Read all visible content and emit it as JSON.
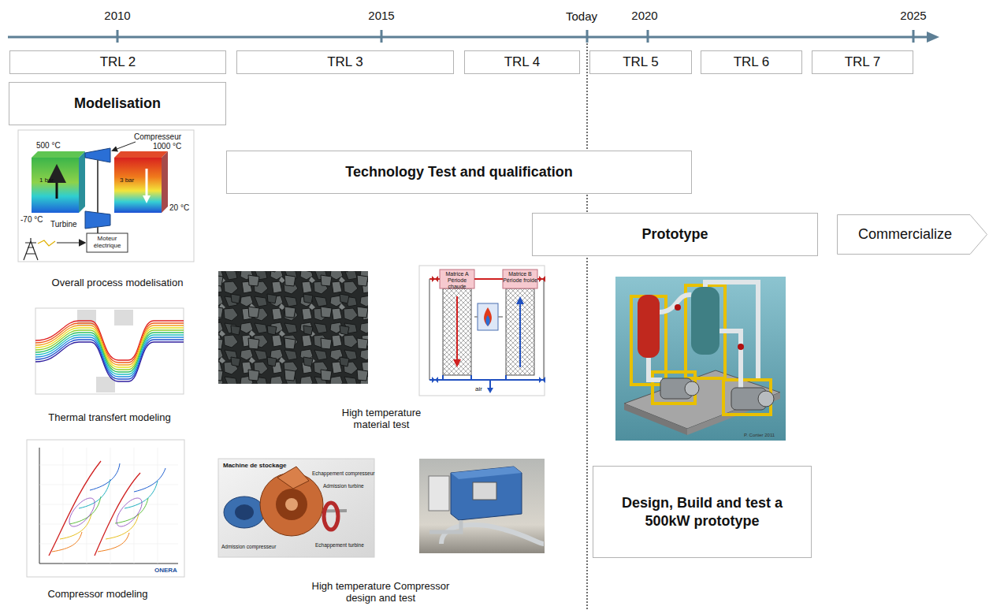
{
  "diagram": {
    "nodes": [
      {
        "text": [
          "TRL 2"
        ]
      },
      {
        "text": [
          "TRL 3"
        ]
      },
      {
        "text": [
          "TRL 4"
        ]
      },
      {
        "text": [
          "TRL 5"
        ]
      },
      {
        "text": [
          "TRL 6"
        ]
      },
      {
        "text": [
          "TRL 7"
        ]
      },
      {
        "text": [
          "Modelisation"
        ]
      },
      {
        "text": [
          "Technology Test and qualification"
        ]
      },
      {
        "text": [
          "Prototype"
        ]
      },
      {
        "text": [
          "Commercialize"
        ]
      },
      {
        "text": [
          "Design, Build and test a 500kW prototype"
        ]
      }
    ],
    "labels": [
      "2010",
      "2015",
      "Today",
      "2020",
      "2025",
      "Compresseur",
      "500 °C",
      "1000 °C",
      "1 bar",
      "3 bar",
      "-70 °C",
      "20 °C",
      "Turbine",
      "Moteur électrique",
      "Overall process modelisation",
      "Thermal transfert modeling",
      "ONERA",
      "Compressor modeling",
      "High temperature material test",
      "Matrice A Période chaude",
      "Matrice B Période froide",
      "air",
      "Machine de stockage",
      "Echappement compresseur",
      "Admission turbine",
      "Admission compresseur",
      "Echappement turbine",
      "High temperature Compressor design and test",
      "P. Cortier 2011"
    ]
  }
}
